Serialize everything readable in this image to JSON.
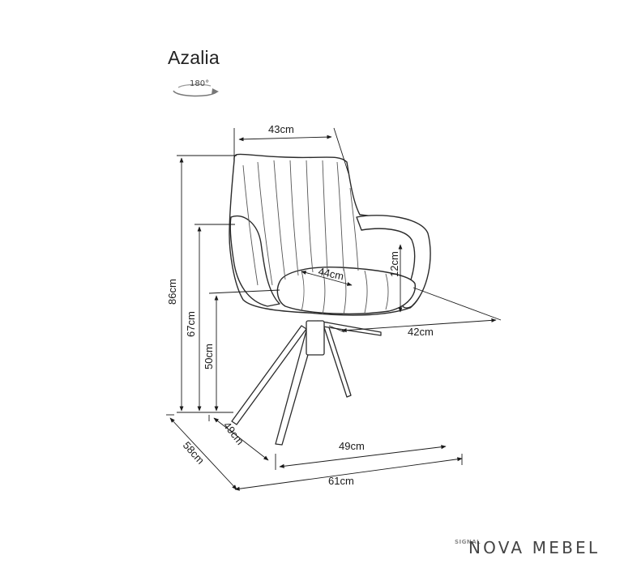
{
  "product": {
    "name": "Azalia"
  },
  "rotation": {
    "label": "180°"
  },
  "dimensions": {
    "backrest_width": "43cm",
    "total_height": "86cm",
    "armrest_height": "67cm",
    "seat_height": "50cm",
    "seat_depth": "44cm",
    "armrest_rise": "12cm",
    "seat_width": "42cm",
    "base_depth": "49cm",
    "base_width": "49cm",
    "overall_depth": "58cm",
    "overall_width": "61cm"
  },
  "brand": {
    "prefix": "SIGNAL",
    "name": "NOVA MEBEL"
  },
  "colors": {
    "line": "#1a1a1a",
    "chair_stroke": "#2b2b2b",
    "chair_fill": "#ffffff",
    "seam": "#555555"
  }
}
